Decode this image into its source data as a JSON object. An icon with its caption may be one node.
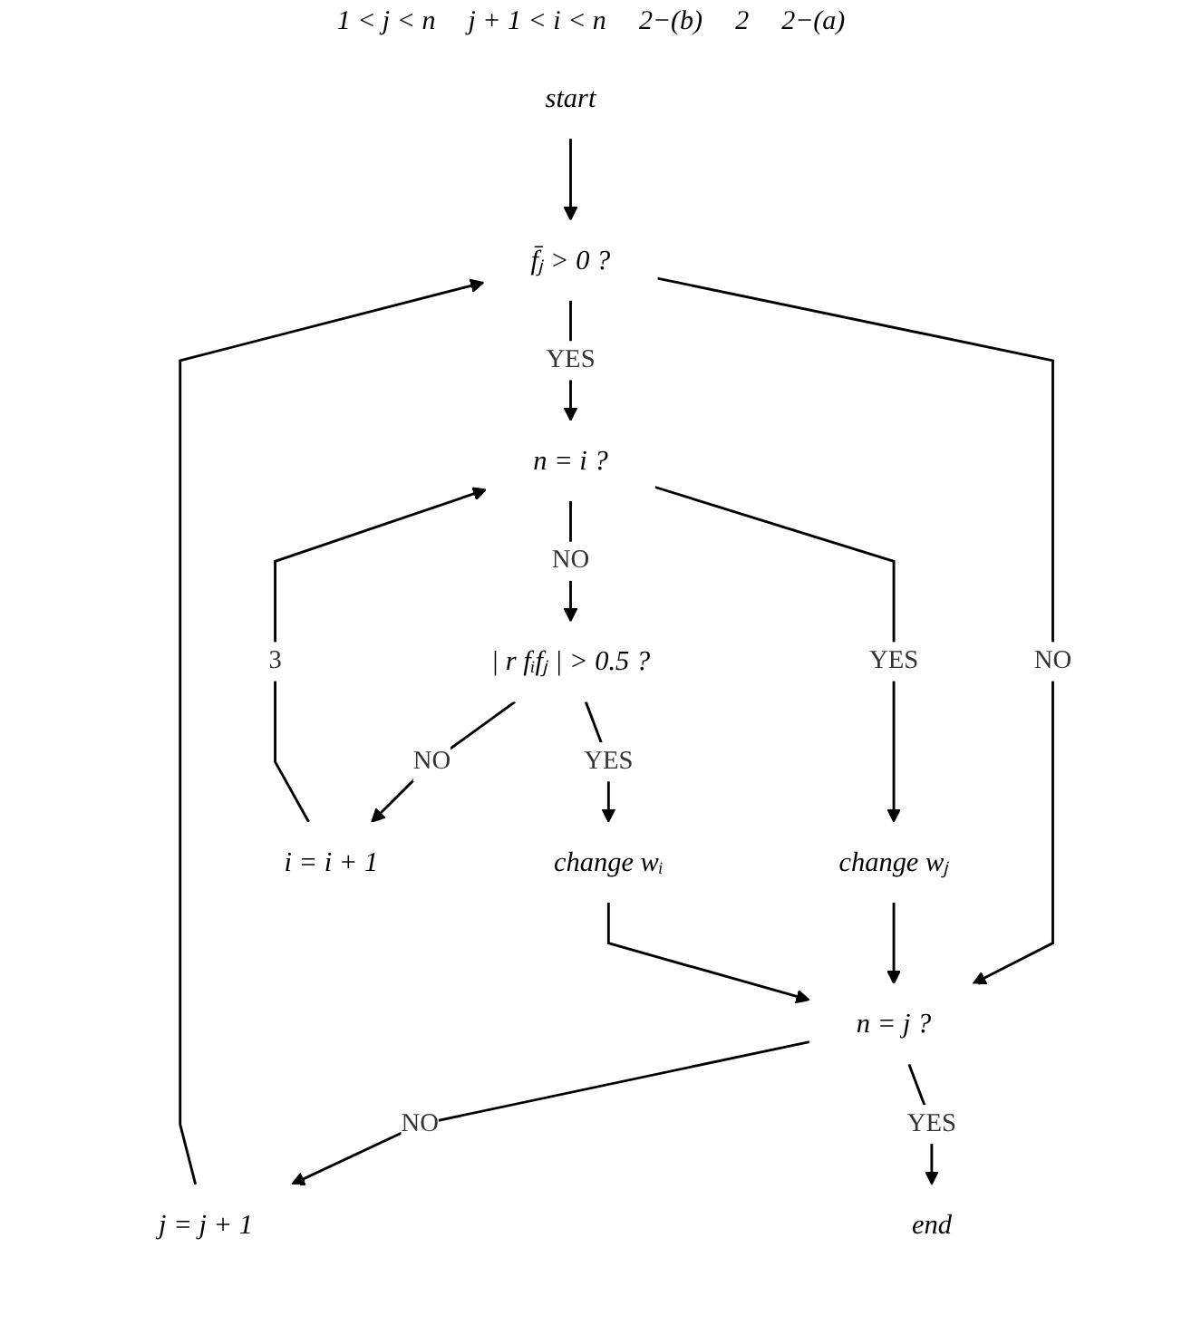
{
  "diagram": {
    "nodes": [
      {
        "text": [
          "start"
        ]
      },
      {
        "text": [
          "f̄ⱼ > 0 ?"
        ]
      },
      {
        "text": [
          "n = i ?"
        ]
      },
      {
        "text": [
          "change wⱼ"
        ]
      },
      {
        "text": [
          "i = i + 1"
        ]
      },
      {
        "text": [
          "| r fᵢfⱼ | > 0.5 ?"
        ]
      },
      {
        "text": [
          "change wᵢ"
        ]
      },
      {
        "text": [
          "n = j ?"
        ]
      },
      {
        "text": [
          "j = j + 1"
        ]
      },
      {
        "text": [
          "end"
        ]
      }
    ],
    "edges": [
      {
        "from": 0,
        "to": 1,
        "arrow": "to"
      },
      {
        "from": 1,
        "to": 2,
        "arrow": "to",
        "label": "YES"
      },
      {
        "from": 1,
        "to": 7,
        "arrow": "to",
        "label": "NO"
      },
      {
        "from": 2,
        "to": 3,
        "arrow": "to",
        "label": "YES"
      },
      {
        "from": 2,
        "to": 5,
        "arrow": "to",
        "label": "NO"
      },
      {
        "from": 5,
        "to": 4,
        "arrow": "to",
        "label": "NO"
      },
      {
        "from": 4,
        "to": 2,
        "arrow": "to",
        "label": "3"
      },
      {
        "from": 5,
        "to": 6,
        "arrow": "to",
        "label": "YES"
      },
      {
        "from": 3,
        "to": 7,
        "arrow": "to"
      },
      {
        "from": 6,
        "to": 7,
        "arrow": "to"
      },
      {
        "from": 7,
        "to": 8,
        "arrow": "to",
        "label": "NO"
      },
      {
        "from": 8,
        "to": 1,
        "arrow": "to"
      },
      {
        "from": 7,
        "to": 9,
        "arrow": "to",
        "label": "YES"
      }
    ],
    "labels": [
      "1 < j < n",
      "j + 1 < i < n",
      "2−(b)",
      "2",
      "2−(a)"
    ]
  }
}
